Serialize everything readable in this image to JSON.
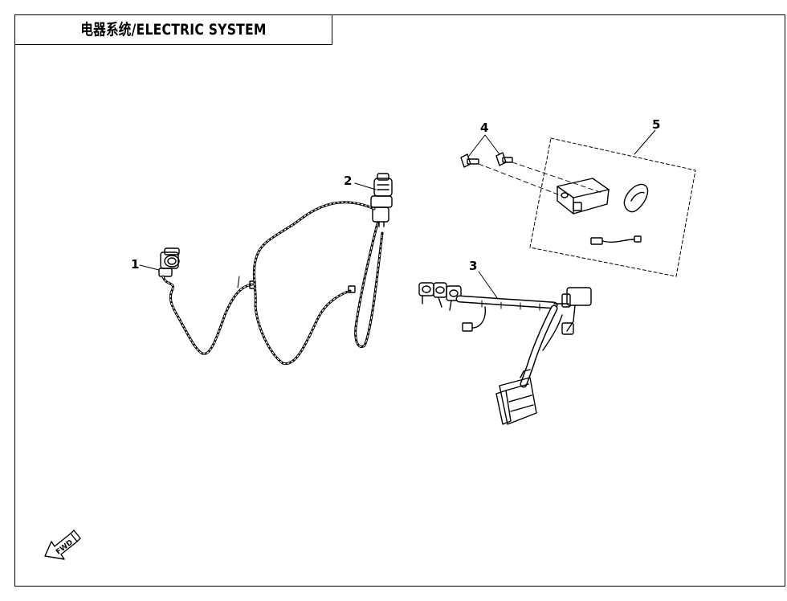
{
  "title": "电器系统/ELECTRIC SYSTEM",
  "callouts": [
    {
      "id": "1",
      "label": "1",
      "part": "connector-harness-icon"
    },
    {
      "id": "2",
      "label": "2",
      "part": "switch-harness-icon"
    },
    {
      "id": "3",
      "label": "3",
      "part": "main-wire-harness-icon"
    },
    {
      "id": "4",
      "label": "4",
      "part": "bolt-icon"
    },
    {
      "id": "5",
      "label": "5",
      "part": "control-module-kit-icon"
    }
  ],
  "front_indicator": "FWD",
  "colors": {
    "line": "#000000",
    "background": "#ffffff"
  }
}
